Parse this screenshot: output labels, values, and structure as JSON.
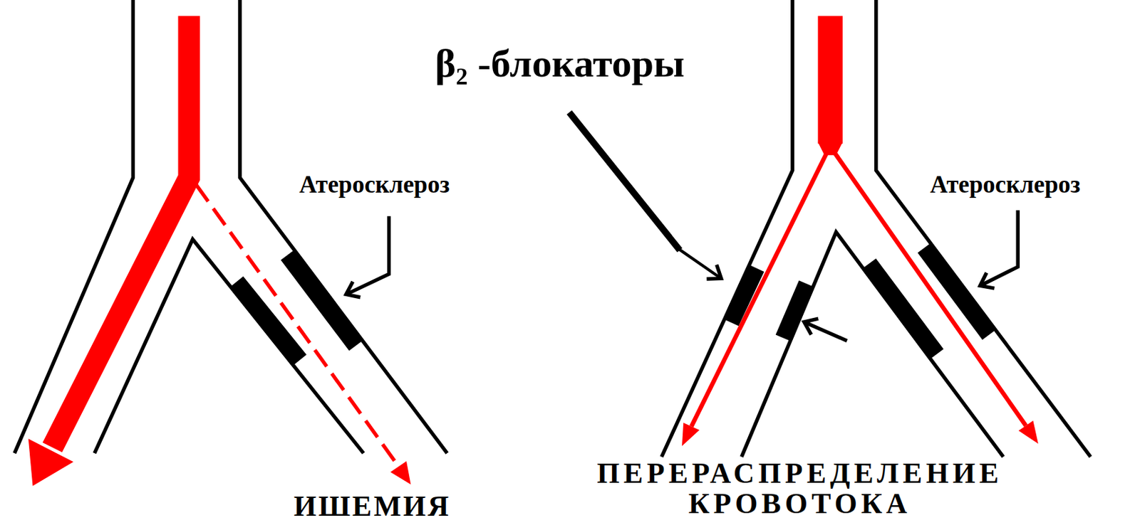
{
  "diagram": {
    "labels": [
      "β₂ -блокаторы",
      "Атеросклероз",
      "Атеросклероз",
      "ИШЕМИЯ",
      "ПЕРЕРАСПРЕДЕЛЕНИЕ КРОВОТОКА"
    ]
  }
}
